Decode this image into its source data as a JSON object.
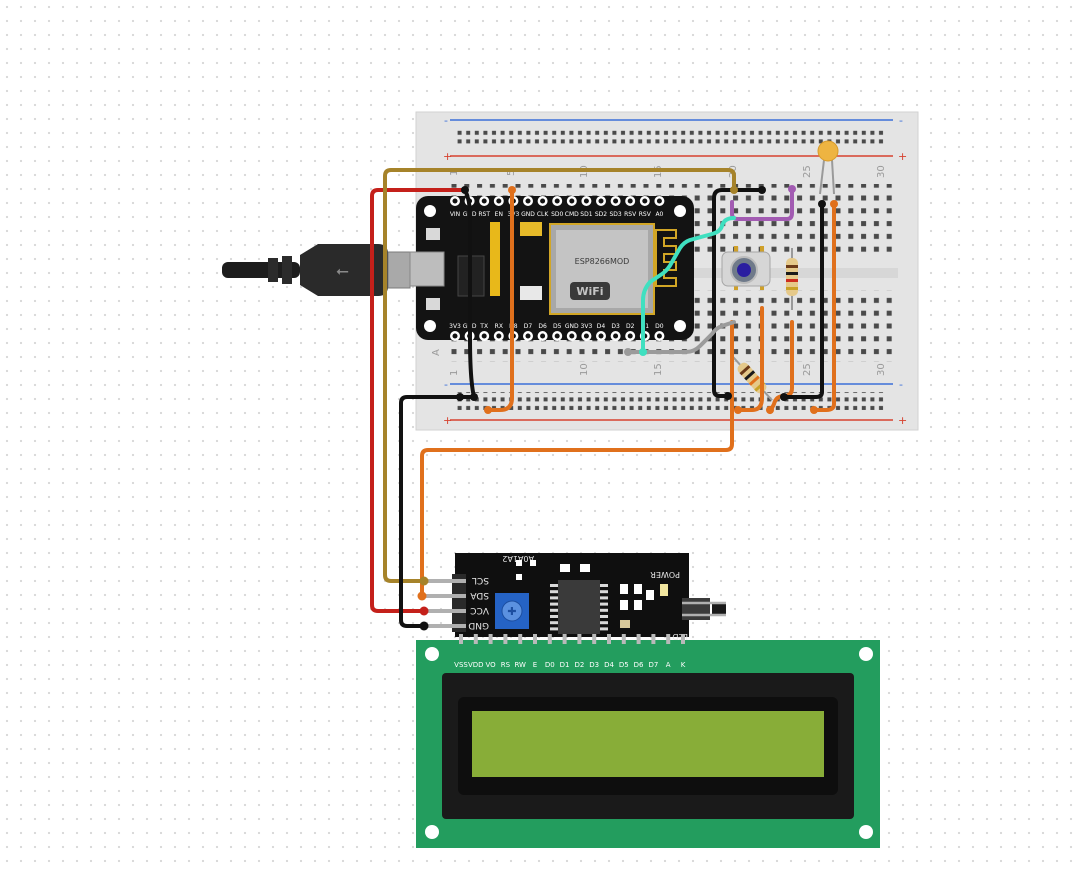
{
  "breadboard": {
    "row_numbers": [
      "1",
      "5",
      "10",
      "15",
      "20",
      "25",
      "30"
    ],
    "row_letter": "A",
    "rail_minus": "-",
    "rail_plus": "+"
  },
  "nodemcu": {
    "top_pins": [
      "VIN",
      "GND",
      "RST",
      "EN",
      "3V3",
      "GND",
      "CLK",
      "SD0",
      "CMD",
      "SD1",
      "SD2",
      "SD3",
      "RSV",
      "RSV",
      "A0"
    ],
    "bottom_pins": [
      "3V3",
      "GND",
      "TX",
      "RX",
      "D8",
      "D7",
      "D6",
      "D5",
      "GND",
      "3V3",
      "D4",
      "D3",
      "D2",
      "D1",
      "D0"
    ],
    "module_text": "ESP8266MOD",
    "wifi_text": "WiFi"
  },
  "i2c": {
    "pins": [
      "SCL",
      "SDA",
      "VCC",
      "GND"
    ],
    "address_label": "A0A1A2",
    "power_label": "POWER",
    "led_label": "LED"
  },
  "lcd": {
    "pins": [
      "VSS",
      "VDD",
      "VO",
      "RS",
      "RW",
      "E",
      "D0",
      "D1",
      "D2",
      "D3",
      "D4",
      "D5",
      "D6",
      "D7",
      "A",
      "K"
    ],
    "screen_color": "#88ad38"
  },
  "colors": {
    "wire_red": "#c4201a",
    "wire_black": "#111111",
    "wire_gold": "#a6832a",
    "wire_orange": "#e0701c",
    "wire_purple": "#a25bb2",
    "wire_teal": "#3fe0c0",
    "wire_gray": "#9b9b9b",
    "rail_blue": "#3b6fd8",
    "rail_red": "#d6412e",
    "lcd_green": "#239d5e"
  }
}
